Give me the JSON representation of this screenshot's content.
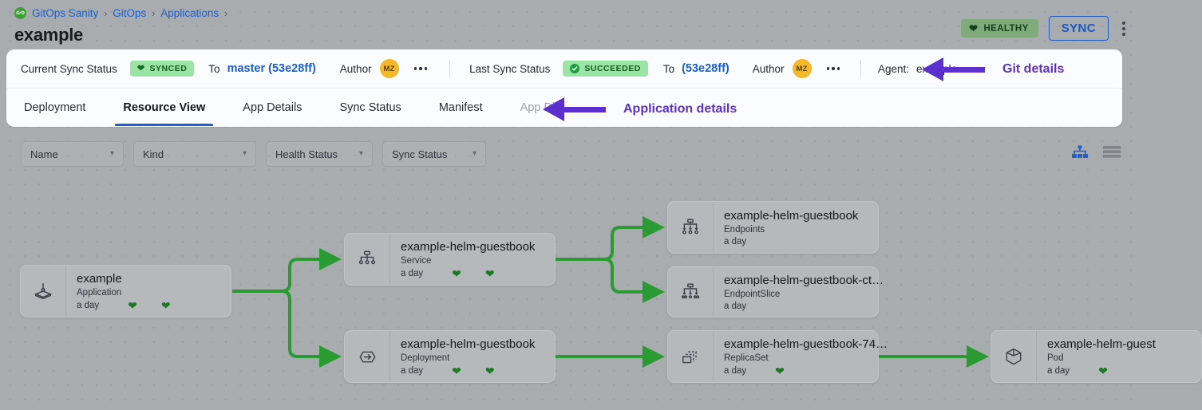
{
  "header": {
    "breadcrumb": [
      {
        "label": "GitOps Sanity",
        "icon": "gitops-logo-icon"
      },
      {
        "label": "GitOps"
      },
      {
        "label": "Applications"
      }
    ],
    "breadcrumb_separator": "›",
    "title": "example",
    "health_badge": {
      "label": "HEALTHY",
      "icon": "heart-icon",
      "color": "#7fab7a"
    },
    "sync_button": "SYNC",
    "overflow_menu": "kebab-menu-icon"
  },
  "status_bar": {
    "current_sync_status_label": "Current Sync Status",
    "current_sync_badge": {
      "label": "SYNCED",
      "icon": "heart-icon",
      "color": "#9ae5a5"
    },
    "current_to_label": "To",
    "current_revision": "master (53e28ff)",
    "current_author_label": "Author",
    "current_author_initials": "MZ",
    "last_sync_status_label": "Last Sync Status",
    "last_sync_badge": {
      "label": "SUCCEEDED",
      "icon": "check-circle-icon",
      "color": "#9ae5a5"
    },
    "last_to_label": "To",
    "last_revision": "(53e28ff)",
    "last_author_label": "Author",
    "last_author_initials": "MZ",
    "agent_label": "Agent:",
    "agent_value": "example"
  },
  "annotations": [
    {
      "text": "Git details",
      "color": "#5b30cf"
    },
    {
      "text": "Application details",
      "color": "#5b30cf"
    }
  ],
  "tabs": [
    {
      "label": "Deployment",
      "active": false,
      "disabled": false
    },
    {
      "label": "Resource View",
      "active": true,
      "disabled": false
    },
    {
      "label": "App Details",
      "active": false,
      "disabled": false
    },
    {
      "label": "Sync Status",
      "active": false,
      "disabled": false
    },
    {
      "label": "Manifest",
      "active": false,
      "disabled": false
    },
    {
      "label": "App Diff",
      "active": false,
      "disabled": true
    }
  ],
  "filters": [
    {
      "label": "Name",
      "icon": "chevron-down-icon"
    },
    {
      "label": "Kind",
      "icon": "chevron-down-icon"
    },
    {
      "label": "Health Status",
      "icon": "chevron-down-icon"
    },
    {
      "label": "Sync Status",
      "icon": "chevron-down-icon"
    }
  ],
  "view_toggles": [
    {
      "name": "tree-view-icon",
      "active": true,
      "color": "#1f5fd0"
    },
    {
      "name": "list-view-icon",
      "active": false,
      "color": "#7e8489"
    }
  ],
  "graph": {
    "edge_color": "#2a9b33",
    "nodes": [
      {
        "id": "app",
        "title": "example",
        "kind": "Application",
        "age": "a day",
        "hearts": 2,
        "icon": "application-icon"
      },
      {
        "id": "service",
        "title": "example-helm-guestbook",
        "kind": "Service",
        "age": "a day",
        "hearts": 2,
        "icon": "service-icon"
      },
      {
        "id": "deployment",
        "title": "example-helm-guestbook",
        "kind": "Deployment",
        "age": "a day",
        "hearts": 2,
        "icon": "deployment-icon"
      },
      {
        "id": "endpoints",
        "title": "example-helm-guestbook",
        "kind": "Endpoints",
        "age": "a day",
        "hearts": 0,
        "icon": "endpoints-icon"
      },
      {
        "id": "endpointslice",
        "title": "example-helm-guestbook-ct…",
        "kind": "EndpointSlice",
        "age": "a day",
        "hearts": 0,
        "icon": "endpointslice-icon"
      },
      {
        "id": "replicaset",
        "title": "example-helm-guestbook-74…",
        "kind": "ReplicaSet",
        "age": "a day",
        "hearts": 1,
        "icon": "replicaset-icon"
      },
      {
        "id": "pod",
        "title": "example-helm-guest",
        "kind": "Pod",
        "age": "a day",
        "hearts": 1,
        "icon": "pod-icon"
      }
    ]
  }
}
